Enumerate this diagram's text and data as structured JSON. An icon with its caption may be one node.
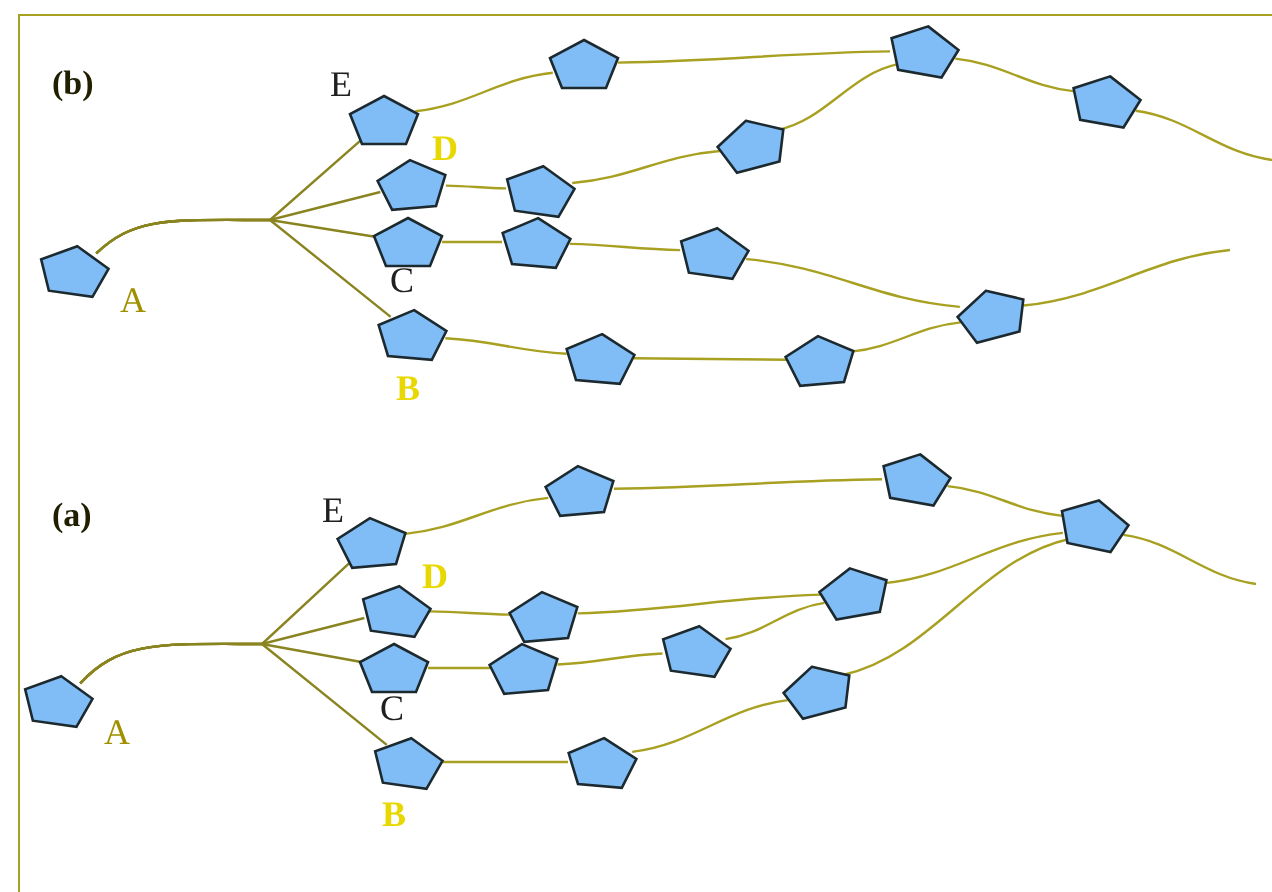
{
  "diagram": {
    "nodes": [
      {
        "text": [],
        "shape": "pentagon",
        "beside": [
          "A"
        ]
      },
      {
        "text": [],
        "shape": "pentagon",
        "beside": [
          "E"
        ]
      },
      {
        "text": [],
        "shape": "pentagon",
        "beside": [
          "D"
        ]
      },
      {
        "text": [],
        "shape": "pentagon",
        "beside": [
          "C"
        ]
      },
      {
        "text": [],
        "shape": "pentagon",
        "beside": [
          "B"
        ]
      },
      {
        "text": [],
        "shape": "pentagon"
      },
      {
        "text": [],
        "shape": "pentagon"
      },
      {
        "text": [],
        "shape": "pentagon"
      },
      {
        "text": [],
        "shape": "pentagon"
      },
      {
        "text": [],
        "shape": "pentagon"
      },
      {
        "text": [],
        "shape": "pentagon"
      },
      {
        "text": [],
        "shape": "pentagon"
      },
      {
        "text": [],
        "shape": "pentagon"
      },
      {
        "text": [],
        "shape": "pentagon"
      },
      {
        "text": [],
        "shape": "pentagon"
      },
      {
        "text": [],
        "shape": "pentagon",
        "beside": [
          "A"
        ]
      },
      {
        "text": [],
        "shape": "pentagon",
        "beside": [
          "E"
        ]
      },
      {
        "text": [],
        "shape": "pentagon",
        "beside": [
          "D"
        ]
      },
      {
        "text": [],
        "shape": "pentagon",
        "beside": [
          "C"
        ]
      },
      {
        "text": [],
        "shape": "pentagon",
        "beside": [
          "B"
        ]
      },
      {
        "text": [],
        "shape": "pentagon"
      },
      {
        "text": [],
        "shape": "pentagon"
      },
      {
        "text": [],
        "shape": "pentagon"
      },
      {
        "text": [],
        "shape": "pentagon"
      },
      {
        "text": [],
        "shape": "pentagon"
      },
      {
        "text": [],
        "shape": "pentagon"
      },
      {
        "text": [],
        "shape": "pentagon"
      },
      {
        "text": [],
        "shape": "pentagon"
      },
      {
        "text": [],
        "shape": "pentagon"
      }
    ],
    "edges": [
      {
        "from": 0,
        "to": 1,
        "arrow": "none"
      },
      {
        "from": 0,
        "to": 2,
        "arrow": "none"
      },
      {
        "from": 0,
        "to": 3,
        "arrow": "none"
      },
      {
        "from": 0,
        "to": 4,
        "arrow": "none"
      },
      {
        "from": 1,
        "to": 5,
        "arrow": "none"
      },
      {
        "from": 5,
        "to": 6,
        "arrow": "none"
      },
      {
        "from": 6,
        "to": 7,
        "arrow": "none"
      },
      {
        "from": 7,
        "to": null,
        "arrow": "none"
      },
      {
        "from": 2,
        "to": 8,
        "arrow": "none"
      },
      {
        "from": 8,
        "to": 9,
        "arrow": "none"
      },
      {
        "from": 9,
        "to": 6,
        "arrow": "none"
      },
      {
        "from": 3,
        "to": 10,
        "arrow": "none"
      },
      {
        "from": 10,
        "to": 11,
        "arrow": "none"
      },
      {
        "from": 11,
        "to": 12,
        "arrow": "none"
      },
      {
        "from": 4,
        "to": 13,
        "arrow": "none"
      },
      {
        "from": 13,
        "to": 14,
        "arrow": "none"
      },
      {
        "from": 14,
        "to": 12,
        "arrow": "none"
      },
      {
        "from": 12,
        "to": null,
        "arrow": "none"
      },
      {
        "from": 15,
        "to": 16,
        "arrow": "none"
      },
      {
        "from": 15,
        "to": 17,
        "arrow": "none"
      },
      {
        "from": 15,
        "to": 18,
        "arrow": "none"
      },
      {
        "from": 15,
        "to": 19,
        "arrow": "none"
      },
      {
        "from": 16,
        "to": 20,
        "arrow": "none"
      },
      {
        "from": 20,
        "to": 21,
        "arrow": "none"
      },
      {
        "from": 21,
        "to": 22,
        "arrow": "none"
      },
      {
        "from": 22,
        "to": null,
        "arrow": "none"
      },
      {
        "from": 17,
        "to": 23,
        "arrow": "none"
      },
      {
        "from": 23,
        "to": 24,
        "arrow": "none"
      },
      {
        "from": 24,
        "to": 22,
        "arrow": "none"
      },
      {
        "from": 18,
        "to": 25,
        "arrow": "none"
      },
      {
        "from": 25,
        "to": 26,
        "arrow": "none"
      },
      {
        "from": 26,
        "to": 24,
        "arrow": "none"
      },
      {
        "from": 19,
        "to": 27,
        "arrow": "none"
      },
      {
        "from": 27,
        "to": 28,
        "arrow": "none"
      },
      {
        "from": 28,
        "to": 22,
        "arrow": "none"
      }
    ],
    "labels": [
      "(b)",
      "(a)"
    ]
  }
}
